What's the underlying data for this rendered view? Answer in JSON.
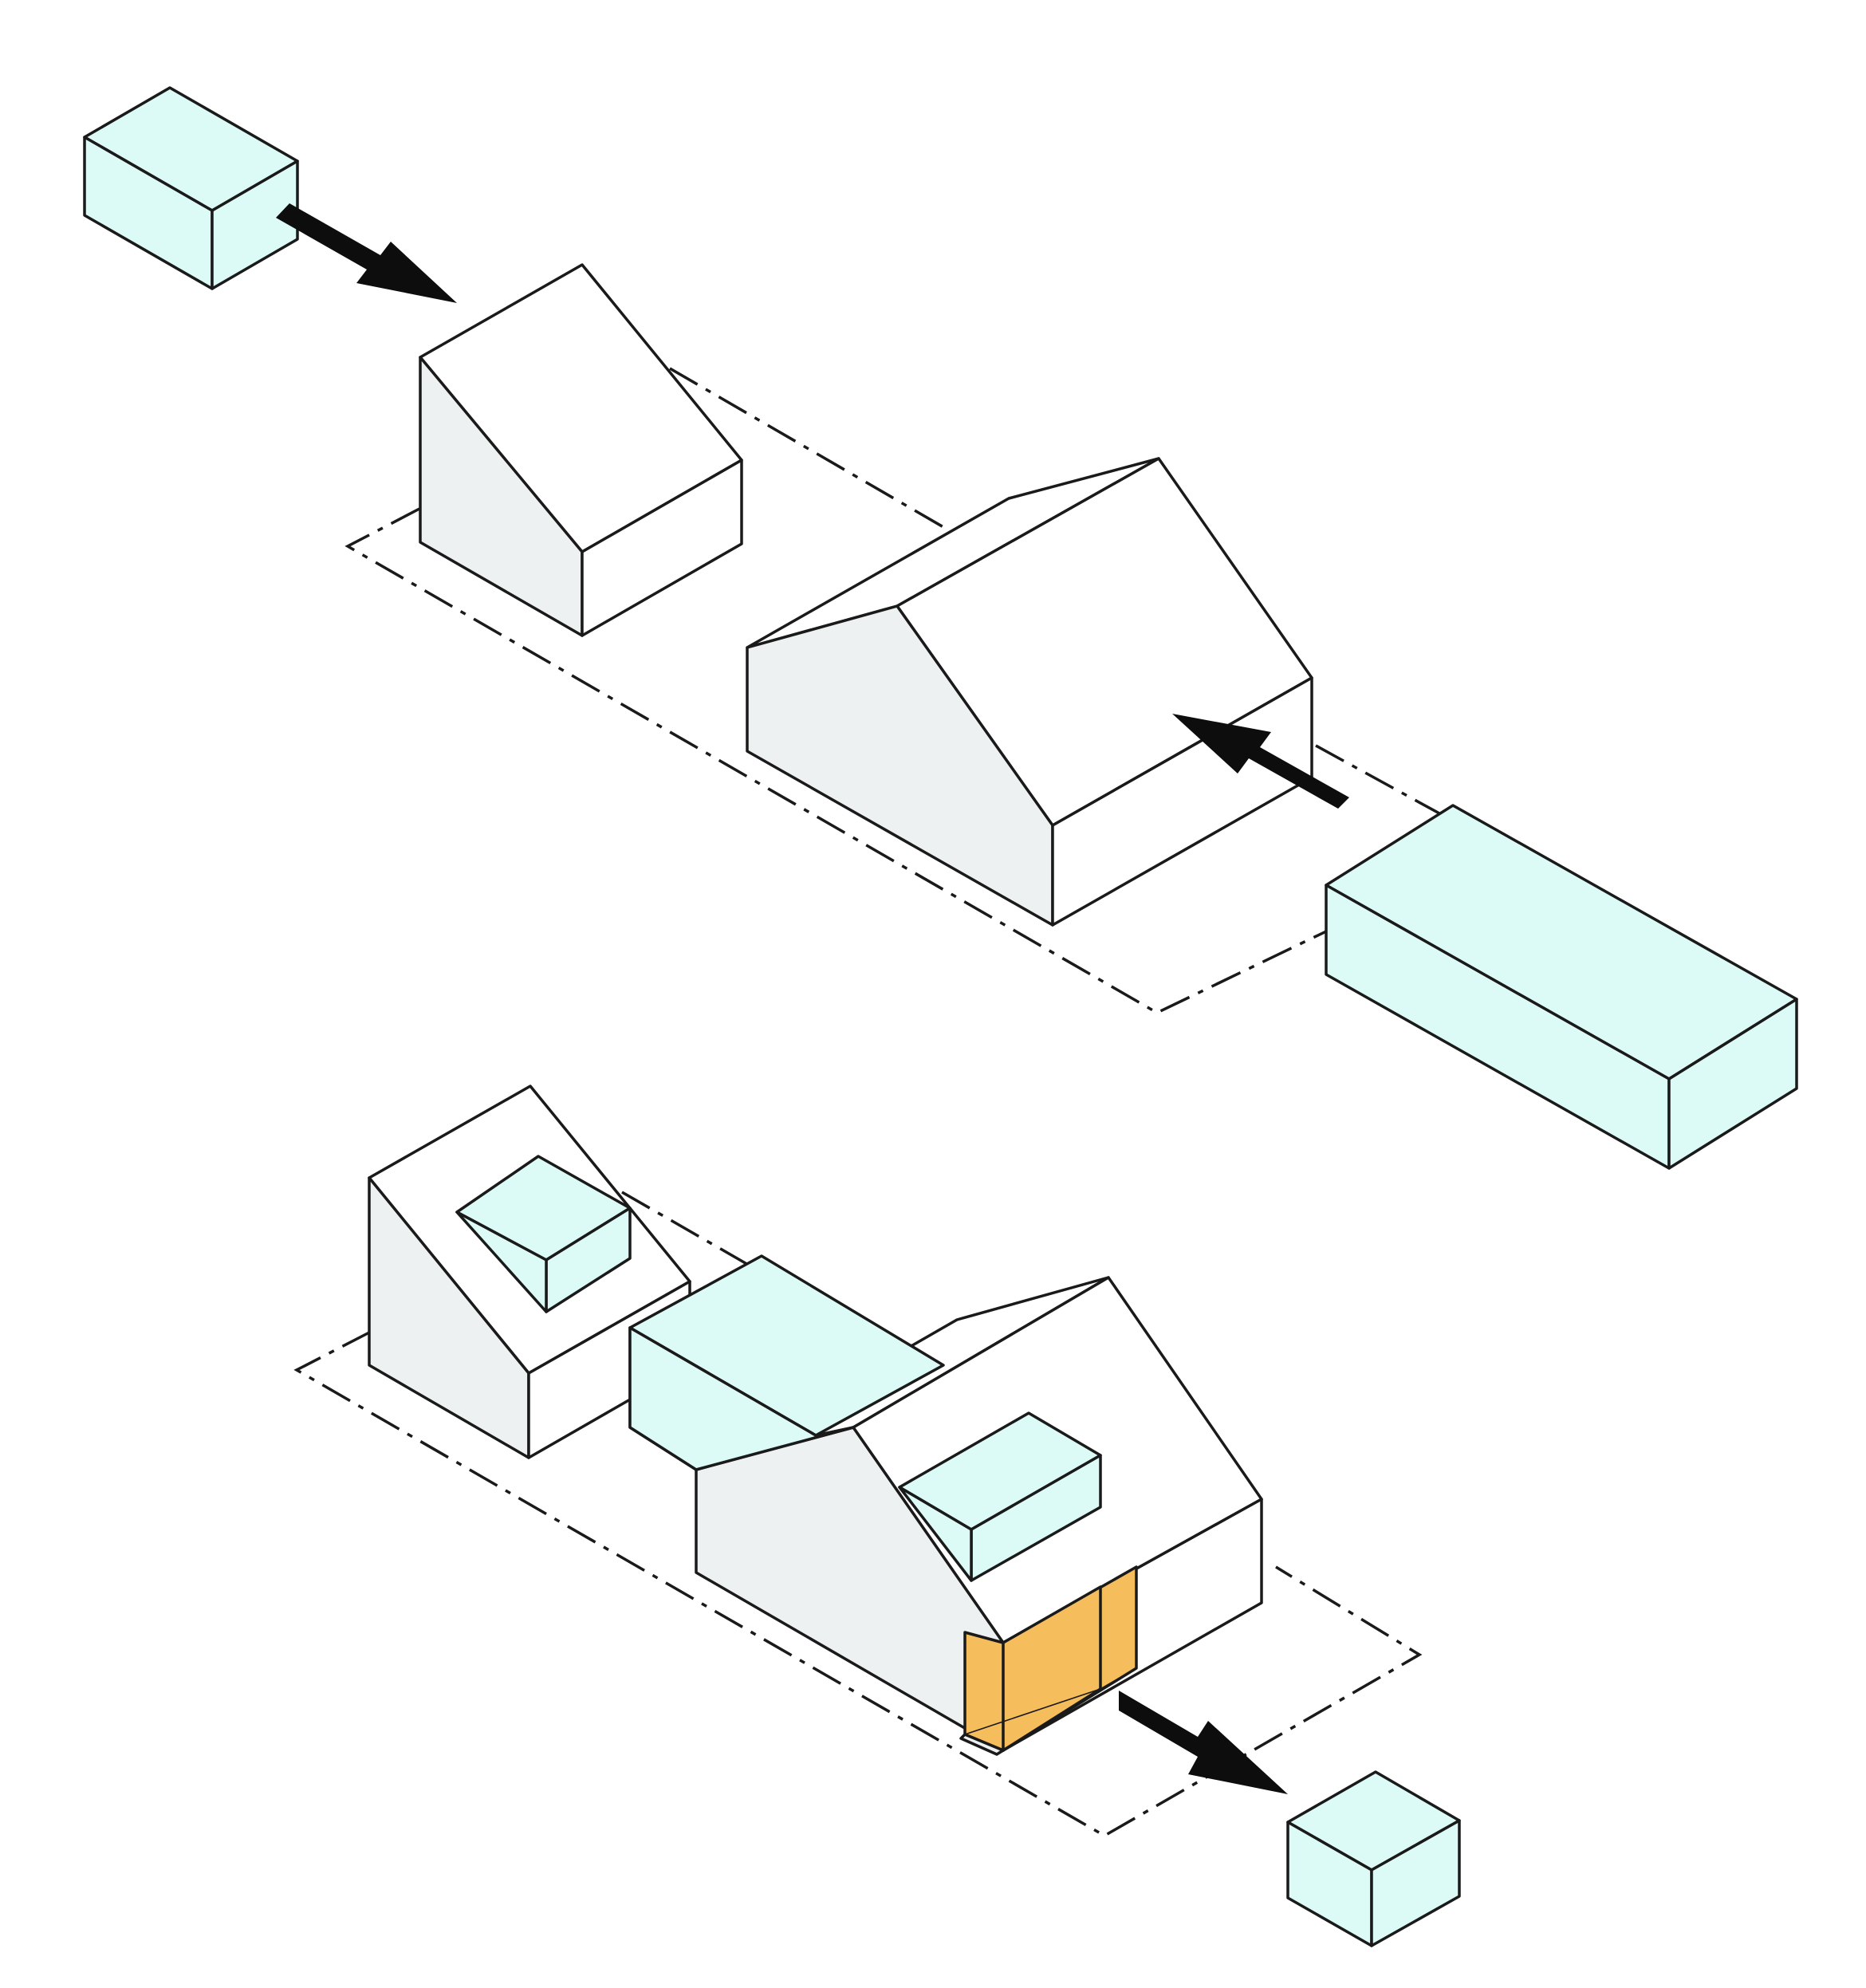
{
  "colors": {
    "background": "#ffffff",
    "existing_volume_light": "#ffffff",
    "existing_volume_shade": "#eef1f1",
    "new_volume": "#dcfaf6",
    "opening_accent": "#f6bd5c",
    "line": "#1a1a1a",
    "arrow": "#0d0d0d"
  },
  "diagram": {
    "type": "isometric massing diagram",
    "stages": [
      {
        "id": "stage-before",
        "elements": [
          "site-boundary",
          "small-gable-house",
          "large-gable-house",
          "small-addition-box",
          "long-addition-box",
          "arrow-insert-box",
          "arrow-insert-long-box"
        ]
      },
      {
        "id": "stage-after",
        "elements": [
          "site-boundary",
          "small-house-with-dormer",
          "connector-volume",
          "large-house-with-dormer",
          "recessed-entry",
          "arrow-extract",
          "removed-box"
        ]
      }
    ]
  }
}
